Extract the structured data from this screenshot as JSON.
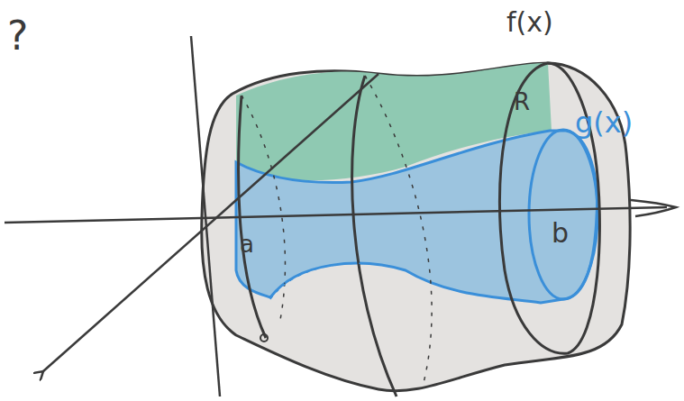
{
  "diagram": {
    "labels": [
      "?",
      "f(x)",
      "R",
      "g(x)",
      "a",
      "b"
    ]
  }
}
